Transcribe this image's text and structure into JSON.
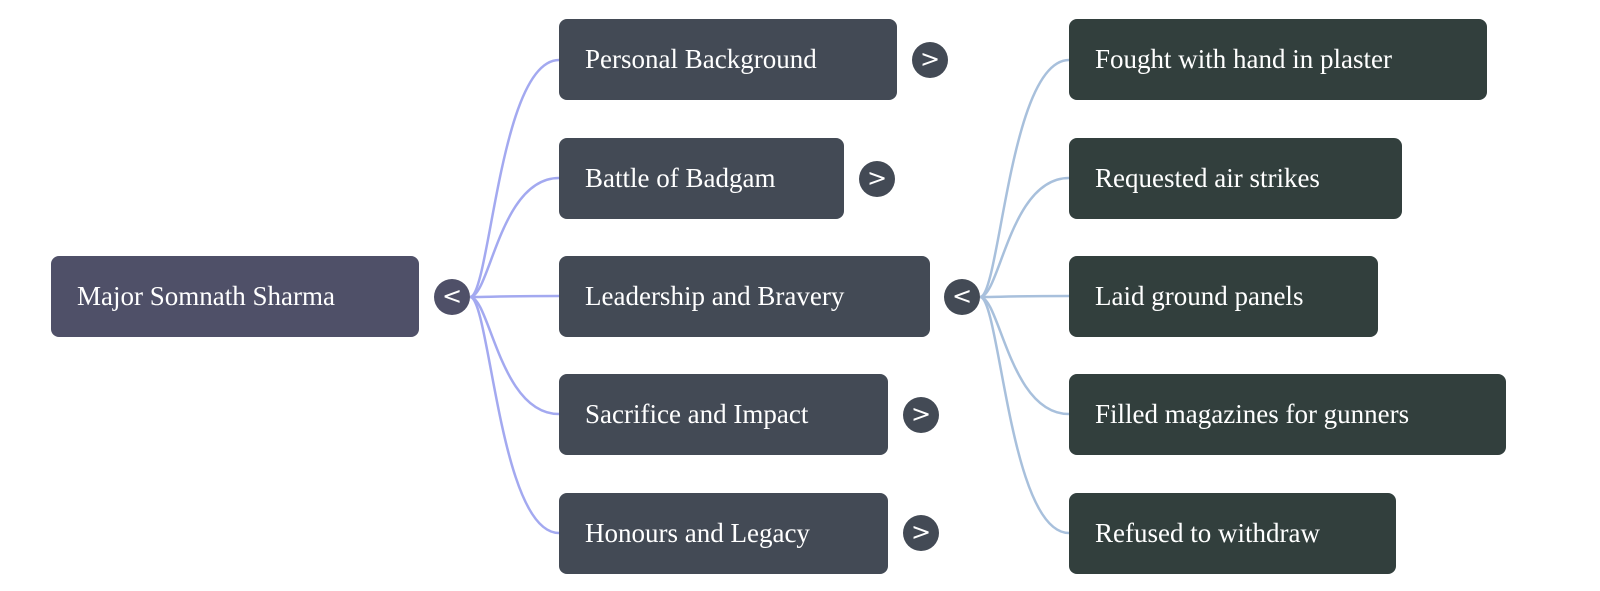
{
  "mindmap": {
    "root": {
      "label": "Major Somnath Sharma",
      "toggle": "<"
    },
    "branches": [
      {
        "label": "Personal Background",
        "toggle": ">"
      },
      {
        "label": "Battle of Badgam",
        "toggle": ">"
      },
      {
        "label": "Leadership and Bravery",
        "toggle": "<"
      },
      {
        "label": "Sacrifice and Impact",
        "toggle": ">"
      },
      {
        "label": "Honours and Legacy",
        "toggle": ">"
      }
    ],
    "leadership_children": [
      {
        "label": "Fought with hand in plaster"
      },
      {
        "label": "Requested air strikes"
      },
      {
        "label": "Laid ground panels"
      },
      {
        "label": "Filled magazines for gunners"
      },
      {
        "label": "Refused to withdraw"
      }
    ]
  },
  "colors": {
    "root_fill": "#4f5068",
    "branch_fill": "#434a55",
    "leaf_fill": "#323f3d",
    "root_edge": "#a3a9f0",
    "branch_edge": "#a8c0dc"
  }
}
